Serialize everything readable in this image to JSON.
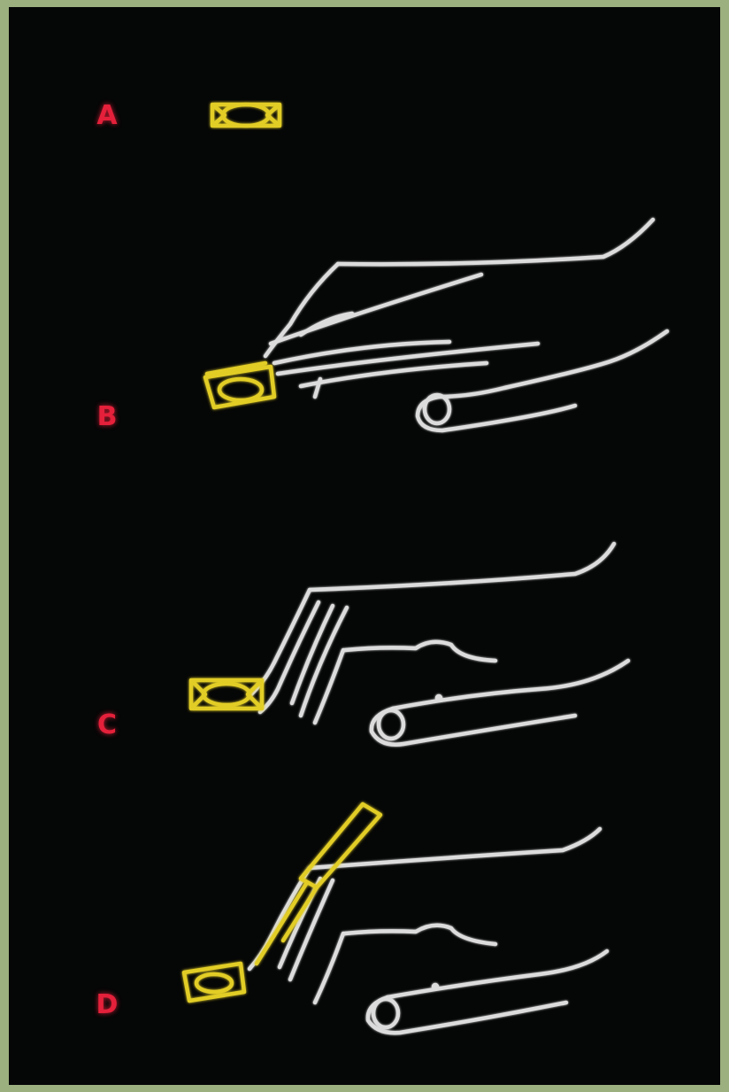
{
  "colors": {
    "border": "#9caf7e",
    "background": "#050606",
    "label": "#e4203a",
    "hand_stroke": "#dcdcdc",
    "object_stroke": "#e2cd25"
  },
  "panels": [
    {
      "label": "A"
    },
    {
      "label": "B"
    },
    {
      "label": "C"
    },
    {
      "label": "D"
    }
  ]
}
